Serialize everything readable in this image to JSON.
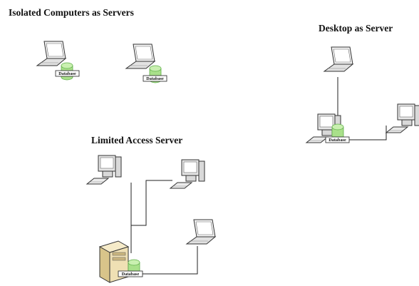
{
  "titles": {
    "isolated": "Isolated Computers as Servers",
    "desktop": "Desktop as Server",
    "limited": "Limited Access Server"
  },
  "database_label": "Database",
  "colors": {
    "database_green": "#a9e08a",
    "database_green_dark": "#5fae4a",
    "server_beige": "#efe0b4",
    "device_gray": "#e6e6e6",
    "outline": "#333333"
  },
  "icons": {
    "laptop": "laptop-icon",
    "desktop": "desktop-computer-icon",
    "server": "server-tower-icon",
    "database": "database-cylinder-icon"
  }
}
